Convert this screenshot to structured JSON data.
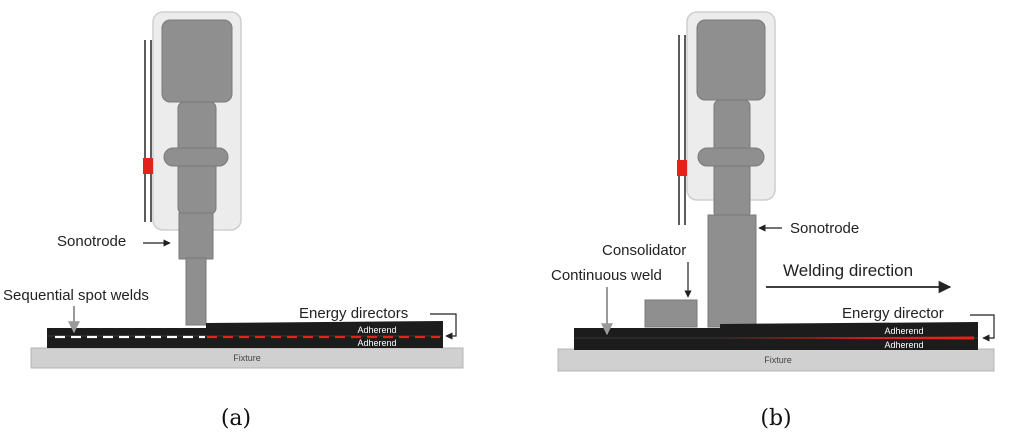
{
  "panel_a": {
    "labels": {
      "sonotrode": "Sonotrode",
      "sequential_spot_welds": "Sequential spot welds",
      "energy_directors": "Energy directors",
      "adherend_top": "Adherend",
      "adherend_bottom": "Adherend",
      "fixture": "Fixture"
    },
    "caption": "(a)"
  },
  "panel_b": {
    "labels": {
      "sonotrode": "Sonotrode",
      "consolidator": "Consolidator",
      "continuous_weld": "Continuous weld",
      "welding_direction": "Welding direction",
      "energy_director": "Energy director",
      "adherend_top": "Adherend",
      "adherend_bottom": "Adherend",
      "fixture": "Fixture"
    },
    "caption": "(b)"
  },
  "colors": {
    "housing": "#ececec",
    "machine": "#8f8f8f",
    "adherend": "#1c1c1c",
    "fixture": "#d0d0d0",
    "weld": "#e0231b"
  }
}
